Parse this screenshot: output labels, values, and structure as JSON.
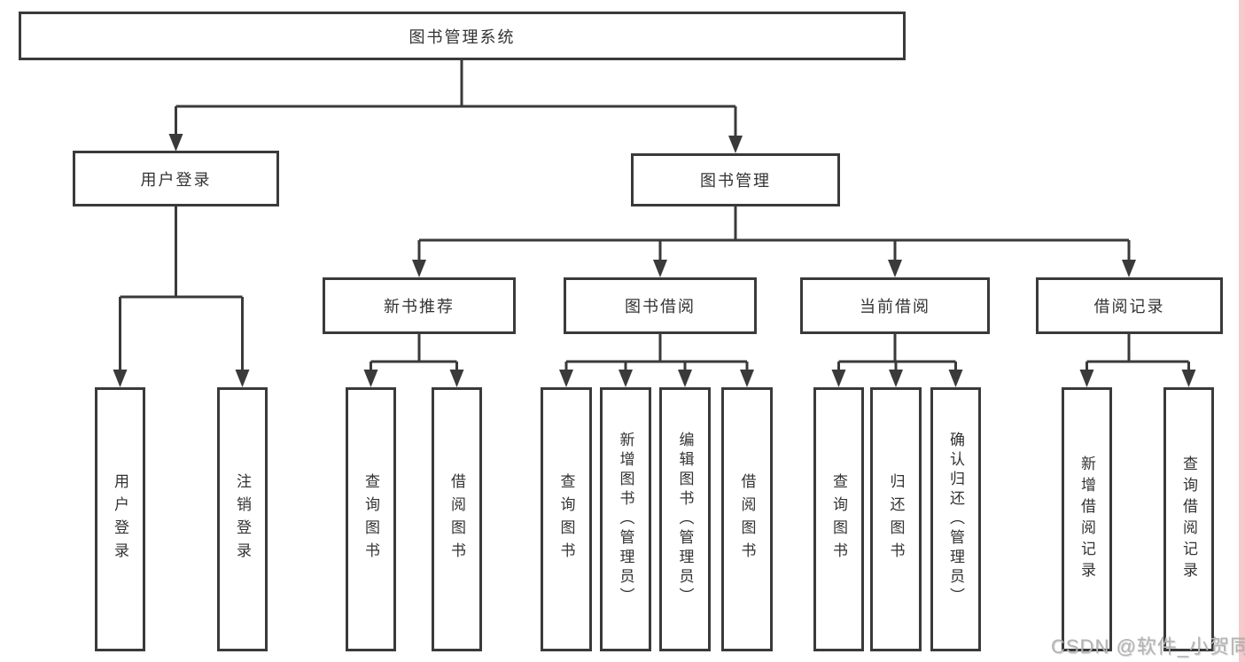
{
  "diagram": {
    "root": {
      "label": "图书管理系统"
    },
    "branches": [
      {
        "label": "用户登录",
        "children": [
          {
            "label": "用户登录"
          },
          {
            "label": "注销登录"
          }
        ]
      },
      {
        "label": "图书管理",
        "groups": [
          {
            "label": "新书推荐",
            "children": [
              {
                "label": "查询图书"
              },
              {
                "label": "借阅图书"
              }
            ]
          },
          {
            "label": "图书借阅",
            "children": [
              {
                "label": "查询图书"
              },
              {
                "label": "新增图书（管理员）"
              },
              {
                "label": "编辑图书（管理员）"
              },
              {
                "label": "借阅图书"
              }
            ]
          },
          {
            "label": "当前借阅",
            "children": [
              {
                "label": "查询图书"
              },
              {
                "label": "归还图书"
              },
              {
                "label": "确认归还（管理员）"
              }
            ]
          },
          {
            "label": "借阅记录",
            "children": [
              {
                "label": "新增借阅记录"
              },
              {
                "label": "查询借阅记录"
              }
            ]
          }
        ]
      }
    ]
  },
  "watermark": {
    "text": "CSDN @软件_小贺同学"
  },
  "colors": {
    "line": "#3a3a3a",
    "text": "#333333",
    "watermark": "#b3b3b3",
    "edge_strip": "#f6caca"
  }
}
